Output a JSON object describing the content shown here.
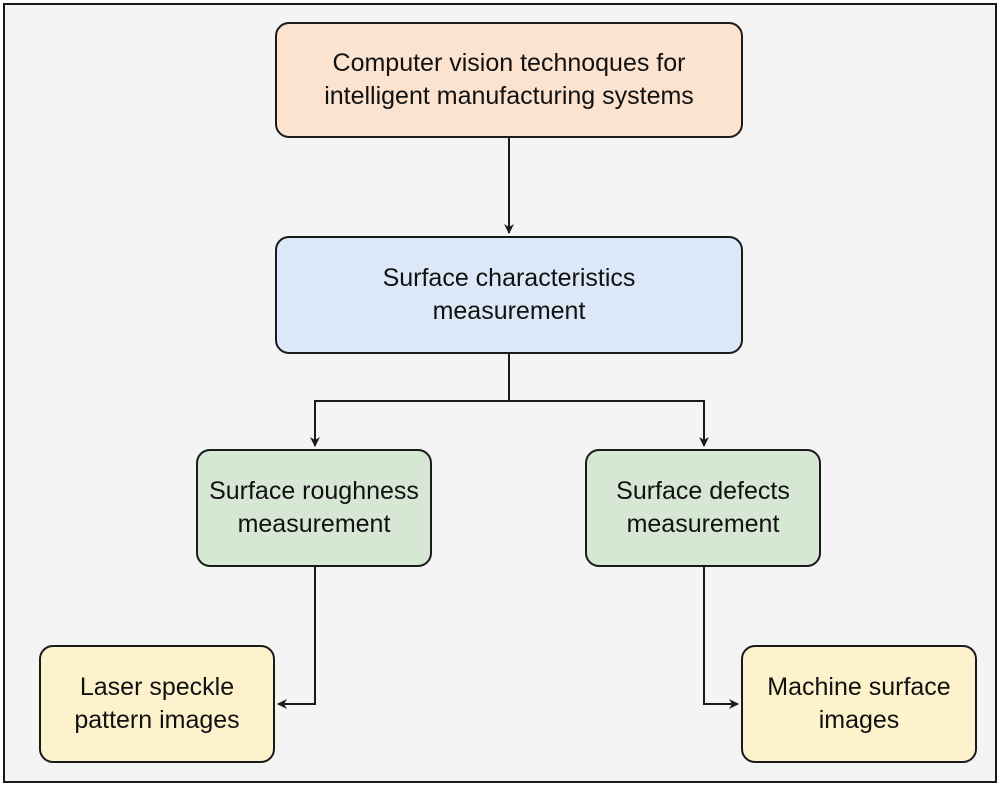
{
  "nodes": {
    "root": {
      "line1": "Computer vision technoques for",
      "line2": "intelligent manufacturing systems"
    },
    "surface": {
      "line1": "Surface characteristics",
      "line2": "measurement"
    },
    "rough": {
      "line1": "Surface roughness",
      "line2": "measurement"
    },
    "defect": {
      "line1": "Surface defects",
      "line2": "measurement"
    },
    "laser": {
      "line1": "Laser speckle",
      "line2": "pattern images"
    },
    "machine": {
      "line1": "Machine surface",
      "line2": "images"
    }
  },
  "colors": {
    "root_fill": "#fce3cf",
    "surface_fill": "#dce8f7",
    "measurement_fill": "#d6e7d4",
    "images_fill": "#fdf2cc",
    "stroke": "#1a1a1a"
  }
}
